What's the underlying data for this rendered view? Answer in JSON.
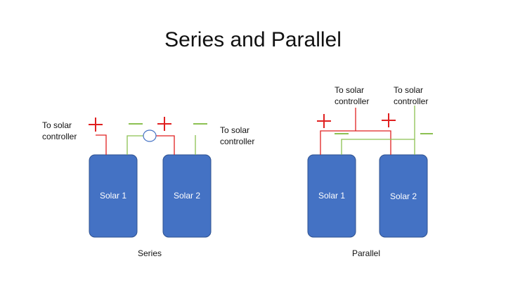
{
  "title": "Series and Parallel",
  "series": {
    "caption": "Series",
    "left_label": [
      "To solar",
      "controller"
    ],
    "right_label": [
      "To solar",
      "controller"
    ],
    "panel1": "Solar 1",
    "panel2": "Solar 2"
  },
  "parallel": {
    "caption": "Parallel",
    "label1": [
      "To solar",
      "controller"
    ],
    "label2": [
      "To solar",
      "controller"
    ],
    "panel1": "Solar 1",
    "panel2": "Solar 2"
  },
  "colors": {
    "panel": "#4472c4",
    "panel_border": "#2f528f",
    "positive": "#e02020",
    "negative": "#8cc152",
    "node": "#4472c4"
  }
}
